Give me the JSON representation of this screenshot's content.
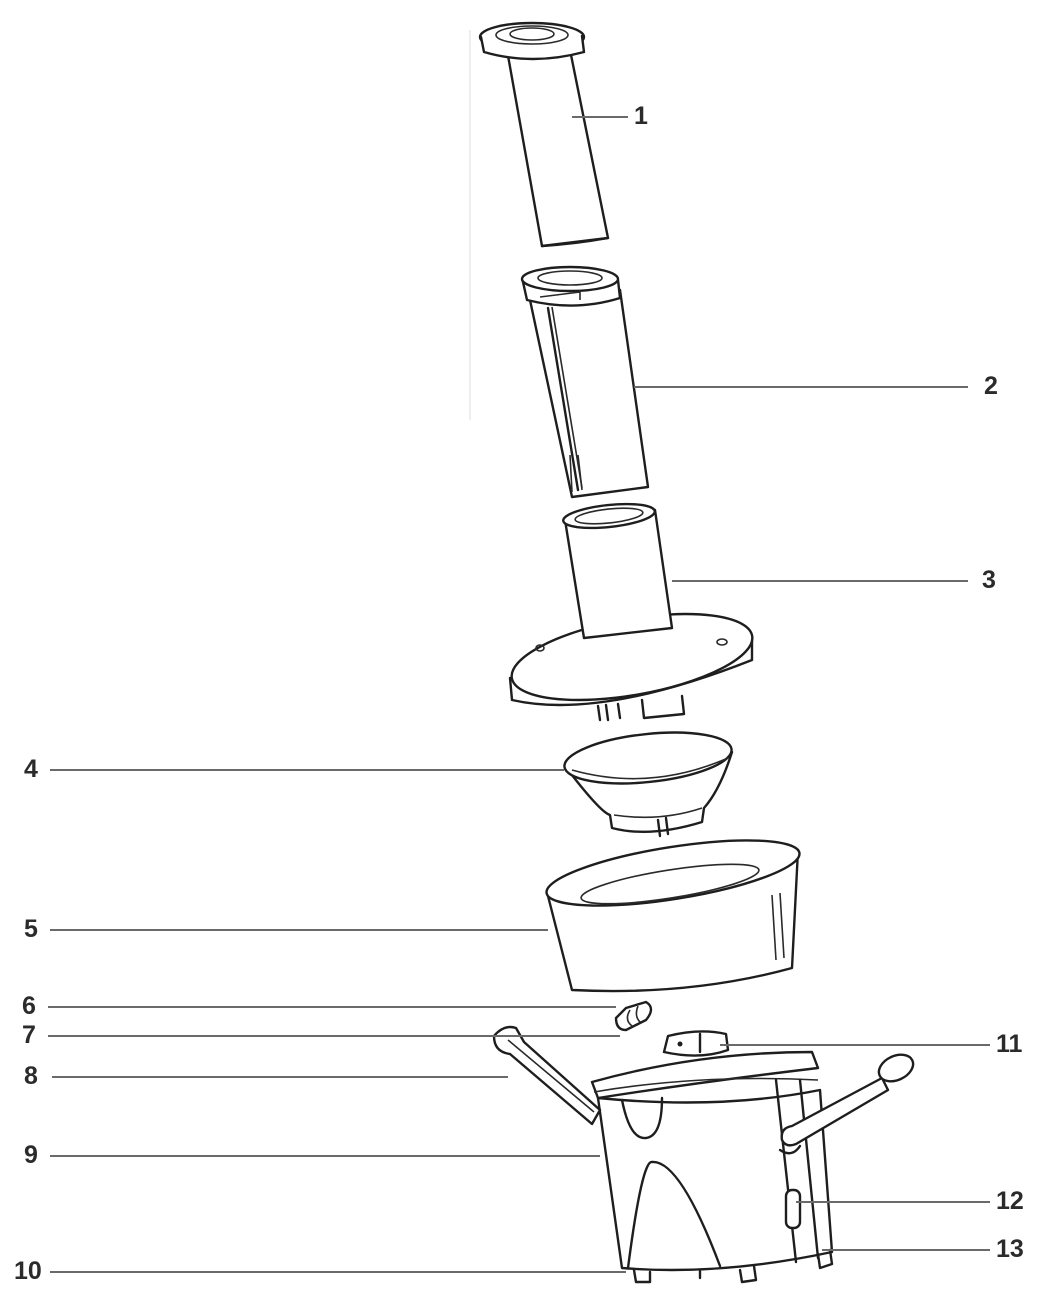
{
  "diagram": {
    "title": "",
    "type": "exploded parts diagram",
    "line_color": "#1e1e1e",
    "leader_color": "#6a6a6a",
    "label_color": "#2b2b2b",
    "background": "#ffffff"
  },
  "parts": [
    {
      "id": "1",
      "label": "1",
      "component": "food pusher"
    },
    {
      "id": "2",
      "label": "2",
      "component": "feed chute"
    },
    {
      "id": "3",
      "label": "3",
      "component": "lid with feed tube"
    },
    {
      "id": "4",
      "label": "4",
      "component": "auger / cone"
    },
    {
      "id": "5",
      "label": "5",
      "component": "juicing bowl"
    },
    {
      "id": "6",
      "label": "6",
      "component": "spout"
    },
    {
      "id": "7",
      "label": "7",
      "component": "spout cap"
    },
    {
      "id": "8",
      "label": "8",
      "component": "left locking arm"
    },
    {
      "id": "9",
      "label": "9",
      "component": "motor base housing"
    },
    {
      "id": "10",
      "label": "10",
      "component": "feet"
    },
    {
      "id": "11",
      "label": "11",
      "component": "drive shaft"
    },
    {
      "id": "12",
      "label": "12",
      "component": "switch"
    },
    {
      "id": "13",
      "label": "13",
      "component": "base bottom"
    }
  ]
}
